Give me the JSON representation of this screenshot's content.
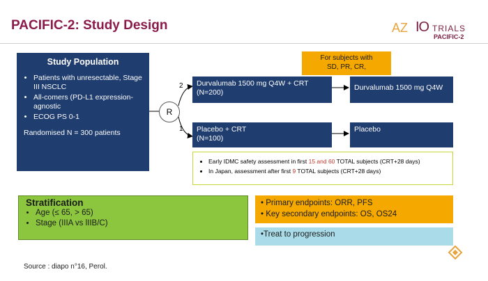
{
  "header": {
    "title": "PACIFIC-2: Study Design",
    "logo_az": "AZ",
    "logo_io": "IO",
    "logo_trials": "TRIALS",
    "logo_sub": "PACIFIC-2"
  },
  "population": {
    "heading": "Study Population",
    "bullets": [
      "Patients with unresectable, Stage III NSCLC",
      "All-comers (PD-L1 expression-agnostic",
      "ECOG PS 0-1"
    ],
    "randomised": "Randomised N = 300 patients"
  },
  "randomisation": {
    "node_label": "R",
    "ratio_top": "2",
    "ratio_bottom": "1"
  },
  "arms": {
    "top_label": "Durvalumab 1500 mg Q4W + CRT",
    "top_n": "(N=200)",
    "top_follow": "Durvalumab 1500 mg Q4W",
    "bottom_label": "Placebo + CRT",
    "bottom_n": "(N=100)",
    "bottom_follow": "Placebo"
  },
  "note": {
    "line1": "For subjects with",
    "line2": "SD, PR, CR,"
  },
  "assessment": {
    "line1_pre": "Early IDMC safety assessment in first ",
    "line1_red": "15 and 60",
    "line1_post": "  TOTAL subjects (CRT+28 days)",
    "line2_pre": "In Japan, assessment after first ",
    "line2_red": "9",
    "line2_post": " TOTAL subjects (CRT+28 days)"
  },
  "stratification": {
    "heading": "Stratification",
    "items": [
      "Age (≤ 65, > 65)",
      "Stage (IIIA vs lIIB/C)"
    ]
  },
  "endpoints": {
    "primary": "• Primary endpoints: ORR, PFS",
    "secondary": "• Key secondary endpoints: OS, OS24"
  },
  "treat": "•Treat to progression",
  "source": "Source : diapo n°16, Perol.",
  "colors": {
    "title": "#8b1a4a",
    "navy": "#1f3d6e",
    "orange": "#f5a800",
    "green": "#8cc63f",
    "lightblue": "#a9dce8"
  }
}
